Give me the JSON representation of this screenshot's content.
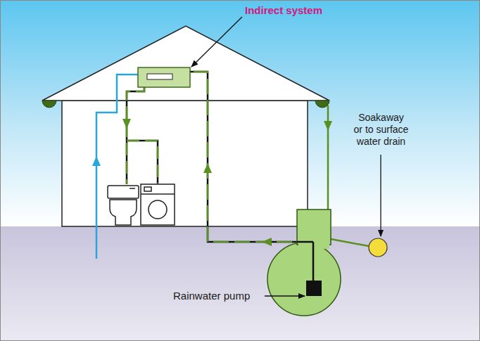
{
  "diagram": {
    "labels": [
      "Indirect system",
      "Soakaway or to surface water drain",
      "Rainwater pump"
    ]
  }
}
